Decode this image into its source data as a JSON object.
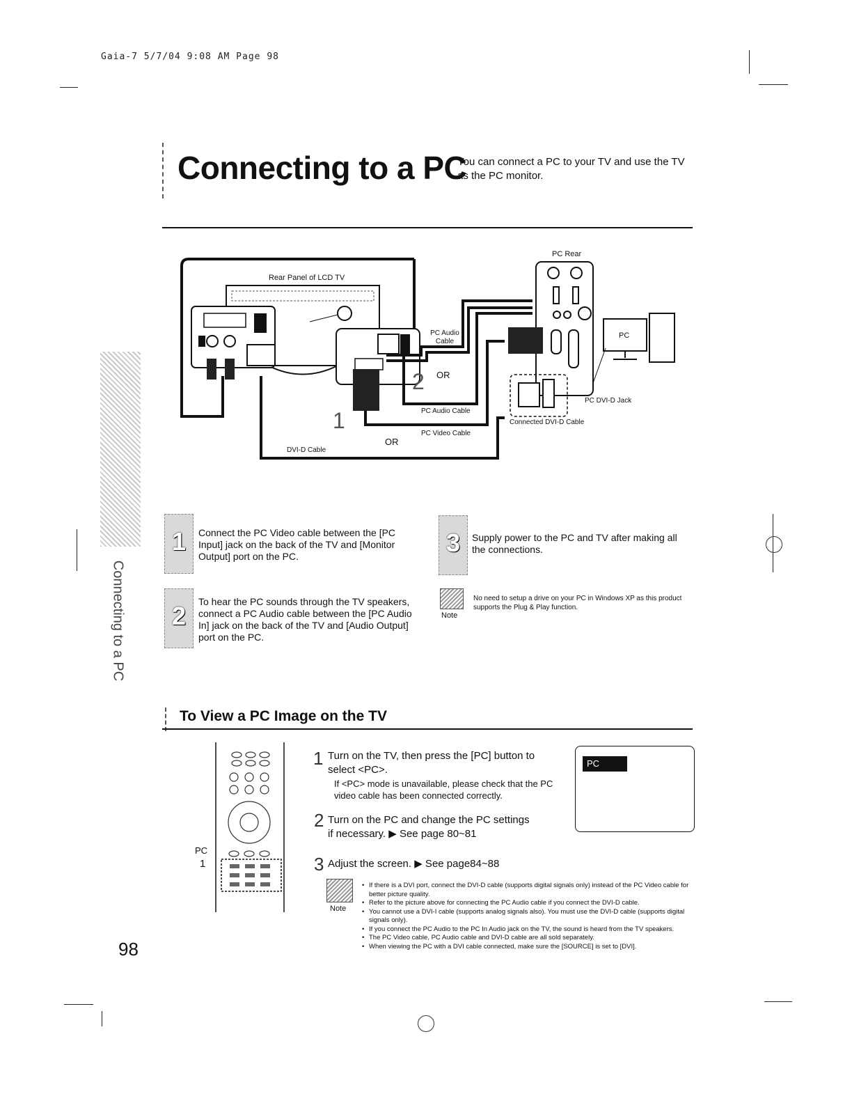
{
  "header": {
    "print_info": "Gaia-7  5/7/04  9:08 AM  Page 98"
  },
  "title": {
    "main": "Connecting to a PC",
    "intro": "You can connect a PC to your TV and use the TV as the PC monitor."
  },
  "sidebar": {
    "vertical_text": "Connecting to a PC"
  },
  "diagram": {
    "rear_panel_label": "Rear Panel of LCD TV",
    "pc_rear_label": "PC Rear",
    "pc_audio_cable_label": "PC Audio Cable",
    "or_1": "OR",
    "or_2": "OR",
    "pc_audio_cable_label_2": "PC Audio Cable",
    "pc_video_cable_label": "PC Video Cable",
    "dvi_d_cable_label": "DVI-D Cable",
    "pc_dvi_jack_label": "PC DVI-D Jack",
    "connected_dvi_label": "Connected DVI-D Cable",
    "pc_screen_text": "PC",
    "marker_1": "1",
    "marker_2": "2"
  },
  "steps": [
    {
      "number": "1",
      "text": "Connect the PC Video cable between the [PC Input] jack on the back of the TV and [Monitor Output] port on the PC."
    },
    {
      "number": "2",
      "text": "To hear the PC sounds through the TV speakers, connect a PC Audio cable between the [PC Audio In] jack on the back of the TV and [Audio Output] port on the PC."
    },
    {
      "number": "3",
      "text": "Supply power to the PC and TV after making all the connections."
    }
  ],
  "note_top": {
    "label": "Note",
    "text": "No need to setup a drive on your PC in Windows XP as this product supports the Plug & Play function."
  },
  "view_section": {
    "title": "To View a PC Image on the TV",
    "remote_label_pc": "PC",
    "remote_label_1": "1",
    "step1_num": "1",
    "step1": "Turn on the TV, then press the [PC] button to select <PC>.",
    "step1_sub": "If <PC> mode is unavailable, please check that the PC video cable has been connected correctly.",
    "step2_num": "2",
    "step2": "Turn on the PC and change the PC settings if necessary. ▶ See page 80~81",
    "step3_num": "3",
    "step3": "Adjust the screen. ▶ See page84~88",
    "screen_label": "PC",
    "note_label": "Note",
    "notes": [
      "If there is a DVI port, connect the DVI-D cable (supports digital signals only) instead of the PC Video cable for better picture quality.",
      "Refer to the picture above for connecting the PC Audio cable if you connect the DVI-D cable.",
      "You cannot use a DVI-I cable (supports analog signals also). You must use the DVI-D cable (supports digital signals only).",
      "If you connect the PC Audio to the PC In Audio jack on the TV, the sound is heard from the TV speakers.",
      "The PC Video cable, PC Audio cable and DVI-D cable are all sold separately.",
      "When viewing the PC with a DVI cable connected, make sure the [SOURCE] is set to [DVI]."
    ]
  },
  "footer": {
    "page_number": "98"
  }
}
